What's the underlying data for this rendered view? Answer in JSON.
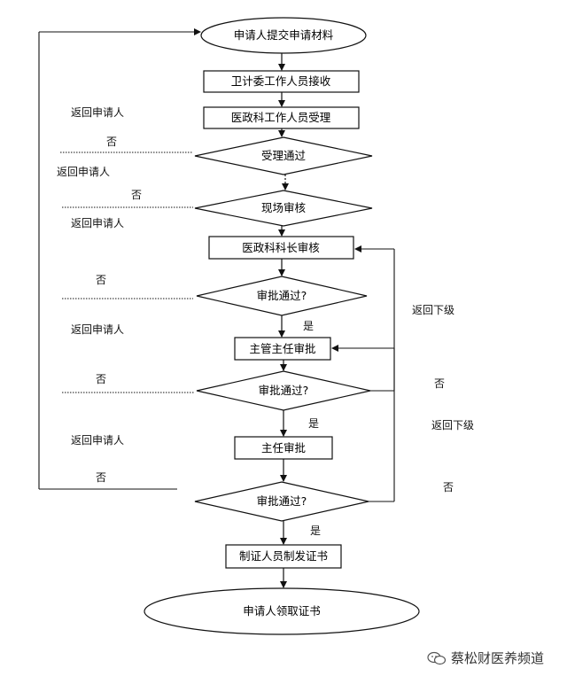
{
  "nodes": {
    "start": "申请人提交申请材料",
    "receive": "卫计委工作人员接收",
    "accept": "医政科工作人员受理",
    "accept_pass": "受理通过",
    "site_review": "现场审核",
    "chief_review": "医政科科长审核",
    "approve1": "审批通过?",
    "director_in_charge": "主管主任审批",
    "approve2": "审批通过?",
    "director": "主任审批",
    "approve3": "审批通过?",
    "issue": "制证人员制发证书",
    "end": "申请人领取证书"
  },
  "labels": {
    "return_applicant_1": "返回申请人",
    "no_1": "否",
    "return_applicant_2": "返回申请人",
    "no_2": "否",
    "return_applicant_3": "返回申请人",
    "no_3": "否",
    "return_applicant_4": "返回申请人",
    "yes_1": "是",
    "no_4": "否",
    "return_applicant_5": "返回申请人",
    "yes_2": "是",
    "no_5": "否",
    "return_lower_1": "返回下级",
    "no_6": "否",
    "return_lower_2": "返回下级",
    "no_7": "否",
    "yes_3": "是"
  },
  "watermark": {
    "text": "蔡松财医养频道",
    "icon": "wechat-icon"
  }
}
